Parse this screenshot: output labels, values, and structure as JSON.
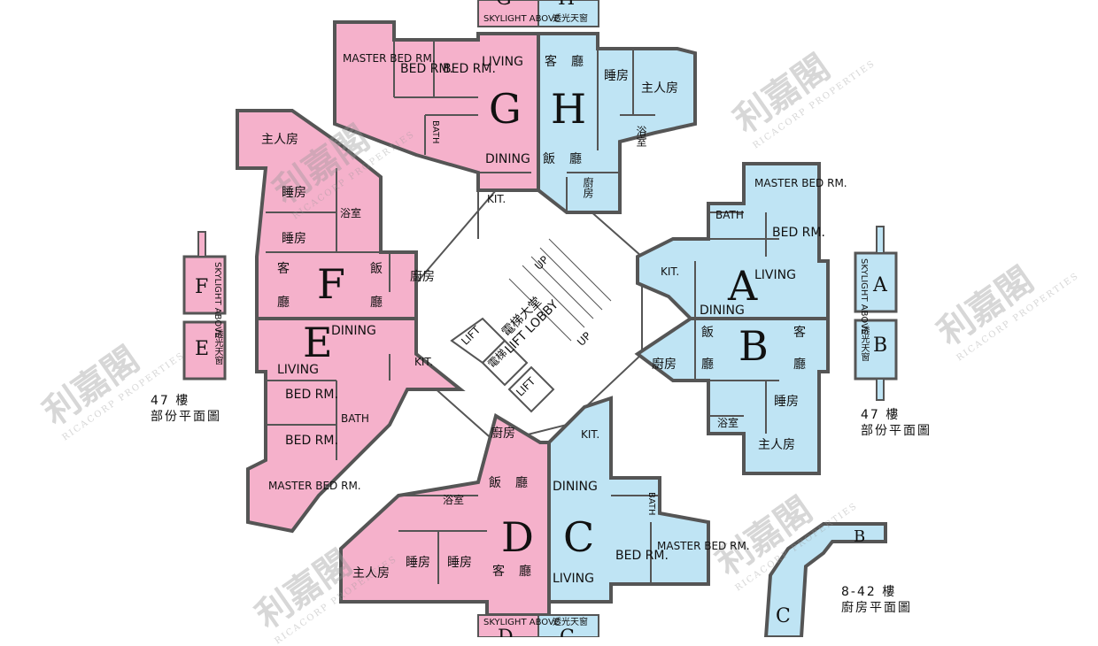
{
  "colors": {
    "pink": "#f5b1cb",
    "blue": "#bfe4f4",
    "wall": "#555555",
    "lobby": "#ffffff"
  },
  "units": {
    "A": {
      "letter": "A",
      "living": "LIVING",
      "dining": "DINING",
      "kit": "KIT.",
      "bath": "BATH",
      "master": "MASTER BED RM.",
      "bed": "BED RM."
    },
    "B": {
      "letter": "B",
      "fan": "飯",
      "ting": "廳",
      "hak": "客",
      "ting2": "廳",
      "kitchen": "廚房",
      "bath": "浴室",
      "bed": "睡房",
      "master": "主人房"
    },
    "C": {
      "letter": "C",
      "dining": "DINING",
      "living": "LIVING",
      "kit": "KIT.",
      "bath": "BATH",
      "bed": "BED RM.",
      "master": "MASTER BED RM."
    },
    "D": {
      "letter": "D",
      "fan": "飯",
      "ting": "廳",
      "hak": "客",
      "ting2": "廳",
      "kitchen": "廚房",
      "bath": "浴室",
      "bed1": "睡房",
      "bed2": "睡房",
      "master": "主人房"
    },
    "E": {
      "letter": "E",
      "dining": "DINING",
      "living": "LIVING",
      "kit": "KIT.",
      "bath": "BATH",
      "bed1": "BED RM.",
      "bed2": "BED RM.",
      "master": "MASTER BED RM."
    },
    "F": {
      "letter": "F",
      "hak": "客",
      "ting": "廳",
      "fan": "飯",
      "ting2": "廳",
      "kitchen": "廚房",
      "bath": "浴室",
      "bed1": "睡房",
      "bed2": "睡房",
      "master": "主人房"
    },
    "G": {
      "letter": "G",
      "living": "LIVING",
      "dining": "DINING",
      "kit": "KIT.",
      "bath": "BATH",
      "bed1": "BED RM.",
      "bed2": "BED RM.",
      "master": "MASTER BED RM."
    },
    "H": {
      "letter": "H",
      "hak": "客",
      "ting": "廳",
      "fan": "飯",
      "ting2": "廳",
      "kitchen": "廚房",
      "bath": "浴室",
      "bed": "睡房",
      "master": "主人房"
    }
  },
  "core": {
    "lobby_cn": "電梯大堂",
    "lobby_en": "LIFT LOBBY",
    "lift": "LIFT",
    "lift_cn": "電梯",
    "up": "UP"
  },
  "top_strip": {
    "skylight": "SKYLIGHT ABOVE",
    "skylight_cn": "透光天窗"
  },
  "bottom_strip": {
    "skylight": "SKYLIGHT ABOVE",
    "skylight_cn": "透光天窗",
    "left_letter": "D",
    "right_letter": "C"
  },
  "left_partial": {
    "letter_top": "F",
    "letter_bottom": "E",
    "skylight": "SKYLIGHT ABOVE",
    "skylight_cn": "透光天窗",
    "caption_1": "47 樓",
    "caption_2": "部份平面圖"
  },
  "right_partial": {
    "letter_top": "A",
    "letter_bottom": "B",
    "skylight": "SKYLIGHT ABOVE",
    "skylight_cn": "透光天窗",
    "caption_1": "47 樓",
    "caption_2": "部份平面圖"
  },
  "kitchen_plan": {
    "letter_b": "B",
    "letter_c": "C",
    "caption_1": "8-42 樓",
    "caption_2": "廚房平面圖"
  },
  "watermark": {
    "logo": "利嘉閣",
    "sub": "RICACORP PROPERTIES"
  }
}
